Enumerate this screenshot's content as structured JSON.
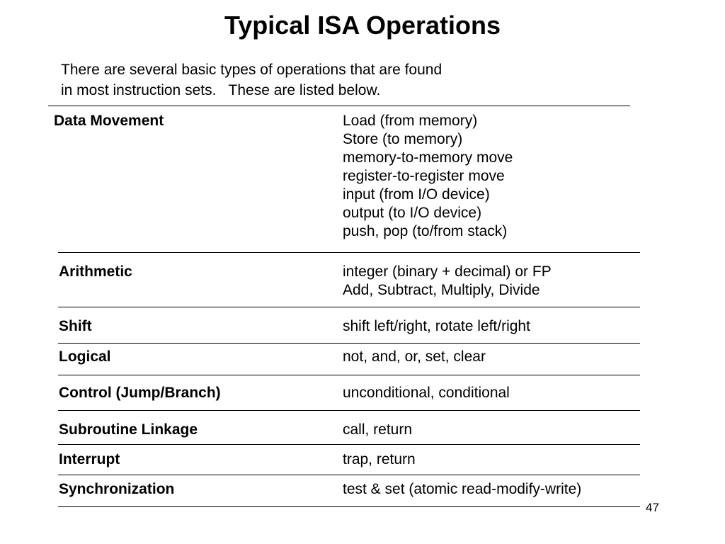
{
  "slide": {
    "title": "Typical ISA Operations",
    "intro": [
      "There are several basic types of operations that are found",
      "in most instruction sets.   These are listed below."
    ],
    "page_number": "47"
  },
  "rows": [
    {
      "category": "Data Movement",
      "operations": [
        "Load (from memory)",
        "Store (to memory)",
        "memory-to-memory move",
        "register-to-register move",
        "input (from I/O device)",
        "output (to I/O device)",
        "push, pop (to/from stack)"
      ]
    },
    {
      "category": "Arithmetic",
      "operations": [
        "integer (binary + decimal) or FP",
        "Add, Subtract, Multiply, Divide"
      ]
    },
    {
      "category": "Shift",
      "operations": [
        "shift left/right, rotate left/right"
      ]
    },
    {
      "category": "Logical",
      "operations": [
        "not, and, or, set, clear"
      ]
    },
    {
      "category": "Control (Jump/Branch)",
      "operations": [
        "unconditional, conditional"
      ]
    },
    {
      "category": "Subroutine Linkage",
      "operations": [
        "call, return"
      ]
    },
    {
      "category": "Interrupt",
      "operations": [
        "trap, return"
      ]
    },
    {
      "category": "Synchronization",
      "operations": [
        "test & set (atomic read-modify-write)"
      ]
    }
  ]
}
